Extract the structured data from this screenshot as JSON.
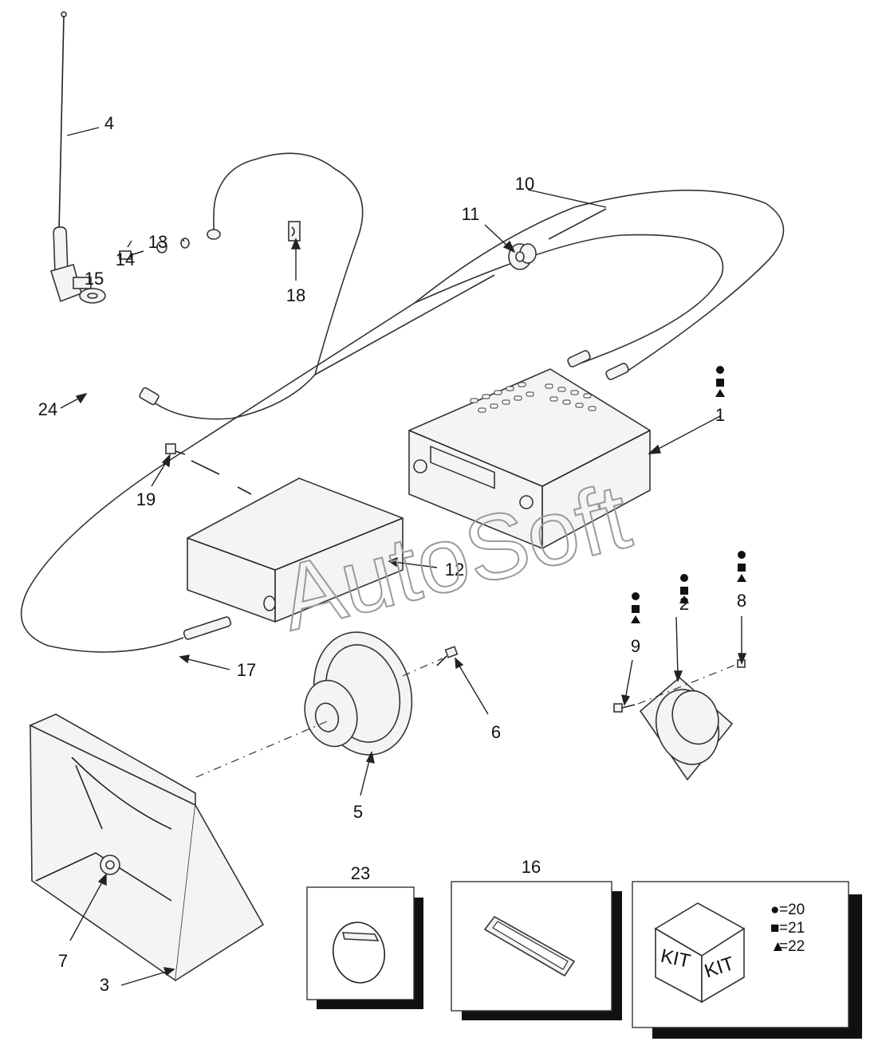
{
  "callouts": {
    "c1": "1",
    "c2": "2",
    "c3": "3",
    "c4": "4",
    "c5": "5",
    "c6": "6",
    "c7": "7",
    "c8": "8",
    "c9": "9",
    "c10": "10",
    "c11": "11",
    "c12": "12",
    "c13": "13",
    "c14": "14",
    "c15": "15",
    "c16": "16",
    "c17": "17",
    "c18": "18",
    "c19": "19",
    "c23": "23",
    "c24": "24"
  },
  "kit": {
    "face_left": "KIT",
    "face_right": "KIT",
    "legend": [
      {
        "symbol": "●",
        "text": "=20"
      },
      {
        "symbol": "■",
        "text": "=21"
      },
      {
        "symbol": "▲",
        "text": "=22"
      }
    ]
  },
  "watermark": "AutoSoft"
}
